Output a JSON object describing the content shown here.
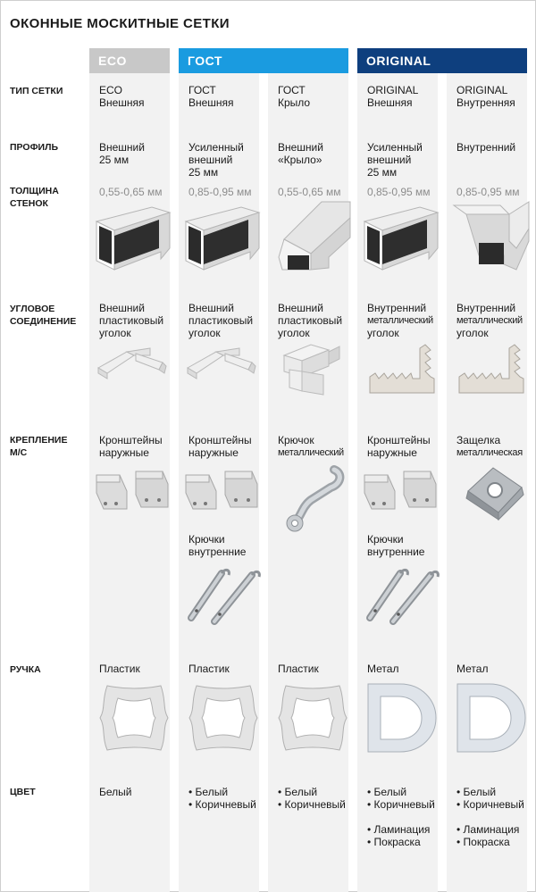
{
  "title": "ОКОННЫЕ МОСКИТНЫЕ СЕТКИ",
  "colors": {
    "eco": "#c8c8c8",
    "gost": "#1a9be0",
    "original": "#0e3f7e",
    "column_bg": "#f2f2f2"
  },
  "headers": {
    "eco": "ECO",
    "gost": "ГОСТ",
    "original": "ORIGINAL"
  },
  "row_labels": {
    "type": "ТИП СЕТКИ",
    "profile": "ПРОФИЛЬ",
    "thickness_1": "ТОЛЩИНА",
    "thickness_2": "СТЕНОК",
    "corner_1": "УГЛОВОЕ",
    "corner_2": "СОЕДИНЕНИЕ",
    "mount_1": "КРЕПЛЕНИЕ",
    "mount_2": "М/С",
    "handle": "РУЧКА",
    "color": "ЦВЕТ"
  },
  "columns": [
    {
      "type": [
        "ECO",
        "Внешняя"
      ],
      "profile": [
        "Внешний",
        "25 мм"
      ],
      "thickness": "0,55-0,65 мм",
      "corner": [
        "Внешний",
        "пластиковый",
        "уголок"
      ],
      "mount": [
        "Кронштейны",
        "наружные"
      ],
      "handle": "Пластик",
      "colors": [
        "Белый"
      ]
    },
    {
      "type": [
        "ГОСТ",
        "Внешняя"
      ],
      "profile": [
        "Усиленный",
        "внешний",
        "25 мм"
      ],
      "thickness": "0,85-0,95 мм",
      "corner": [
        "Внешний",
        "пластиковый",
        "уголок"
      ],
      "mount": [
        "Кронштейны",
        "наружные"
      ],
      "mount_extra": [
        "Крючки",
        "внутренние"
      ],
      "handle": "Пластик",
      "colors": [
        "Белый",
        "Коричневый"
      ]
    },
    {
      "type": [
        "ГОСТ",
        "Крыло"
      ],
      "profile": [
        "Внешний",
        "«Крыло»"
      ],
      "thickness": "0,55-0,65 мм",
      "corner": [
        "Внешний",
        "пластиковый",
        "уголок"
      ],
      "mount": [
        "Крючок",
        "металлический"
      ],
      "handle": "Пластик",
      "colors": [
        "Белый",
        "Коричневый"
      ]
    },
    {
      "type": [
        "ORIGINAL",
        "Внешняя"
      ],
      "profile": [
        "Усиленный",
        "внешний",
        "25 мм"
      ],
      "thickness": "0,85-0,95 мм",
      "corner": [
        "Внутренний",
        "металлический",
        "уголок"
      ],
      "mount": [
        "Кронштейны",
        "наружные"
      ],
      "mount_extra": [
        "Крючки",
        "внутренние"
      ],
      "handle": "Метал",
      "colors": [
        "Белый",
        "Коричневый"
      ],
      "colors_extra": [
        "Ламинация",
        "Покраска"
      ]
    },
    {
      "type": [
        "ORIGINAL",
        "Внутренняя"
      ],
      "profile": [
        "Внутренний"
      ],
      "thickness": "0,85-0,95 мм",
      "corner": [
        "Внутренний",
        "металлический",
        "уголок"
      ],
      "mount": [
        "Защелка",
        "металлическая"
      ],
      "handle": "Метал",
      "colors": [
        "Белый",
        "Коричневый"
      ],
      "colors_extra": [
        "Ламинация",
        "Покраска"
      ]
    }
  ]
}
